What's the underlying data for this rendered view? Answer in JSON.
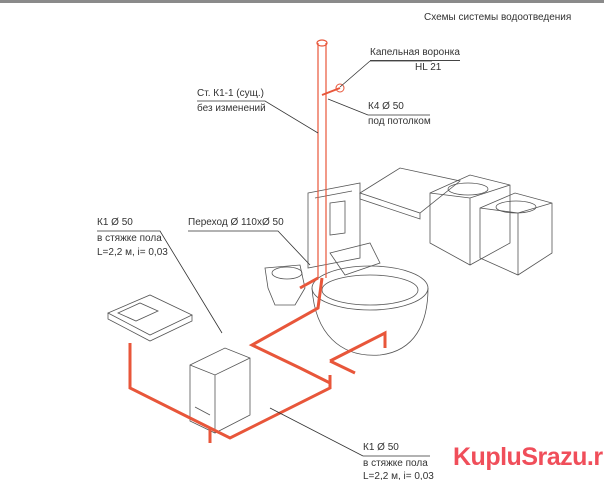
{
  "title": "Схемы системы водоотведения",
  "labels": {
    "funnel_name": "Капельная воронка",
    "funnel_model": "HL 21",
    "riser_name": "Ст. К1-1 (сущ.)",
    "riser_note": "без изменений",
    "k4_name": "К4 Ø 50",
    "k4_note": "под потолком",
    "k1_top_name": "К1 Ø 50",
    "k1_top_note": "в стяжке пола",
    "k1_top_params": "L=2,2 м, i= 0,03",
    "transition": "Переход Ø 110хØ 50",
    "k1_bottom_name": "К1 Ø 50",
    "k1_bottom_note": "в стяжке пола",
    "k1_bottom_params": "L=2,2 м, i= 0,03"
  },
  "watermark": "KupluSrazu.ru",
  "colors": {
    "pipe": "#e8563a",
    "watermark": "#f04e5a"
  }
}
